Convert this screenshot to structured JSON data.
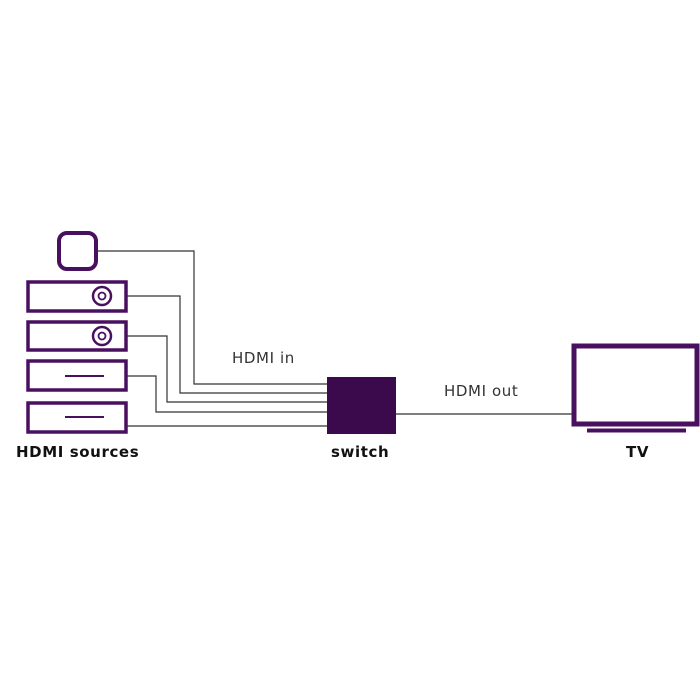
{
  "labels": {
    "sources": "HDMI sources",
    "switch": "switch",
    "tv": "TV",
    "hdmi_in": "HDMI in",
    "hdmi_out": "HDMI out"
  },
  "colors": {
    "device": "#4a1060",
    "switch_fill": "#3a0a4c",
    "cable": "#333333",
    "text": "#111111"
  },
  "sources": [
    {
      "kind": "streaming-stick",
      "icon": "rounded-square-icon"
    },
    {
      "kind": "player-with-disc",
      "icon": "disc-icon"
    },
    {
      "kind": "player-with-disc",
      "icon": "disc-icon"
    },
    {
      "kind": "set-top-box",
      "icon": "slot-icon"
    },
    {
      "kind": "set-top-box",
      "icon": "slot-icon"
    }
  ]
}
